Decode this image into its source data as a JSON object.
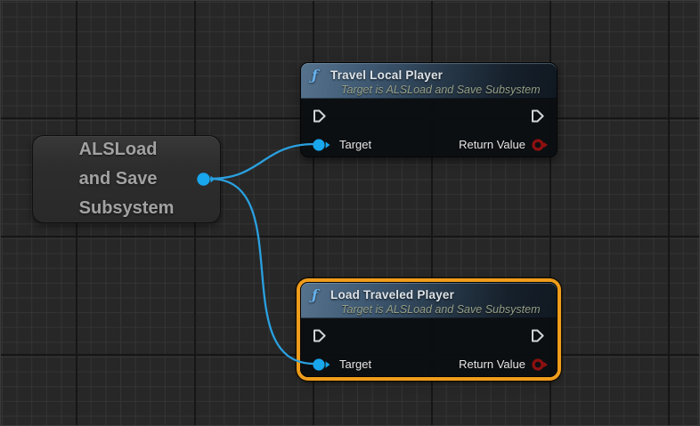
{
  "graph": {
    "variable_node": {
      "title_lines": [
        "ALSLoad",
        "and Save",
        "Subsystem"
      ],
      "output_pin": {
        "icon": "object-pin",
        "color": "#18a6ec"
      }
    },
    "function_nodes": [
      {
        "icon": "ƒ",
        "title": "Travel Local Player",
        "subtitle": "Target is ALSLoad and Save Subsystem",
        "input_pin_label": "Target",
        "output_pin_label": "Return Value",
        "selected": false
      },
      {
        "icon": "ƒ",
        "title": "Load Traveled Player",
        "subtitle": "Target is ALSLoad and Save Subsystem",
        "input_pin_label": "Target",
        "output_pin_label": "Return Value",
        "selected": true
      }
    ],
    "colors": {
      "background": "#272727",
      "grid_minor": "#343434",
      "grid_major": "#161616",
      "wire": "#2aa0e0",
      "object_pin": "#18a6ec",
      "return_pin": "#8e1010",
      "selection_outline": "#ef9d1c",
      "header_gradient_left": "#56738e",
      "header_gradient_right": "#101821",
      "title_text": "#dde3e8",
      "subtitle_text": "#96a088",
      "variable_text": "#a2a2a2"
    }
  }
}
